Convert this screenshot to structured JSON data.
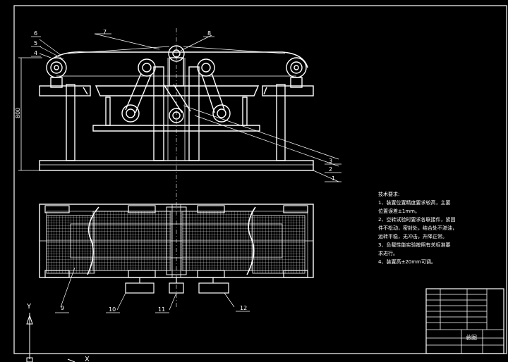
{
  "drawing": {
    "dimension_height": "800",
    "part_labels": [
      "1",
      "2",
      "3",
      "4",
      "5",
      "6",
      "7",
      "8",
      "9",
      "10",
      "11",
      "12"
    ],
    "view_marks": {
      "y": "Y",
      "x": "X"
    }
  },
  "notes": {
    "title": "技术要求:",
    "lines": [
      "1、装置位置精度要求较高，主要",
      "位置误差±1mm。",
      "2、空转试验时要求各联接件，紧固",
      "件不松动，密封处，结合处不渗油，",
      "运转平稳，无冲击，升降正常。",
      "3、负载性能实验按照有关标准要",
      "求进行。",
      "4、装置高±20mm可调。"
    ]
  },
  "title_block": {
    "name": "总图"
  },
  "colors": {
    "background": "#000000",
    "lines": "#ffffff"
  }
}
